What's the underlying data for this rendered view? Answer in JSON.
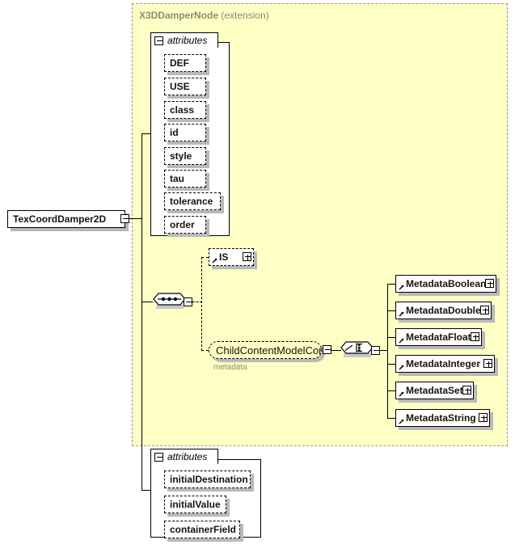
{
  "diagram": {
    "type": "xml-schema-element-diagram",
    "root_element": {
      "label": "TexCoordDamper2D",
      "expander": "minus"
    },
    "extension": {
      "base_name": "X3DDamperNode",
      "qualifier": "(extension)",
      "fill_color": "#feffc4",
      "border_color": "#9a9a8a"
    },
    "inherited_attributes_group": {
      "label": "attributes",
      "expander": "minus",
      "items": [
        {
          "name": "DEF"
        },
        {
          "name": "USE"
        },
        {
          "name": "class"
        },
        {
          "name": "id"
        },
        {
          "name": "style"
        },
        {
          "name": "tau"
        },
        {
          "name": "tolerance"
        },
        {
          "name": "order"
        }
      ]
    },
    "content_model": {
      "compositor": "sequence",
      "compositor_expander": "minus",
      "branches": [
        {
          "kind": "element-ref",
          "label": "IS",
          "expander": "plus"
        },
        {
          "kind": "group-ref",
          "label": "ChildContentModelCore",
          "sublabel": "metadata",
          "expander": "minus",
          "child_compositor": "choice",
          "child_compositor_expander": "minus",
          "children": [
            {
              "label": "MetadataBoolean",
              "expander": "plus"
            },
            {
              "label": "MetadataDouble",
              "expander": "plus"
            },
            {
              "label": "MetadataFloat",
              "expander": "plus"
            },
            {
              "label": "MetadataInteger",
              "expander": "plus"
            },
            {
              "label": "MetadataSet",
              "expander": "plus"
            },
            {
              "label": "MetadataString",
              "expander": "plus"
            }
          ]
        }
      ]
    },
    "own_attributes_group": {
      "label": "attributes",
      "expander": "minus",
      "items": [
        {
          "name": "initialDestination"
        },
        {
          "name": "initialValue"
        },
        {
          "name": "containerField"
        }
      ]
    }
  }
}
